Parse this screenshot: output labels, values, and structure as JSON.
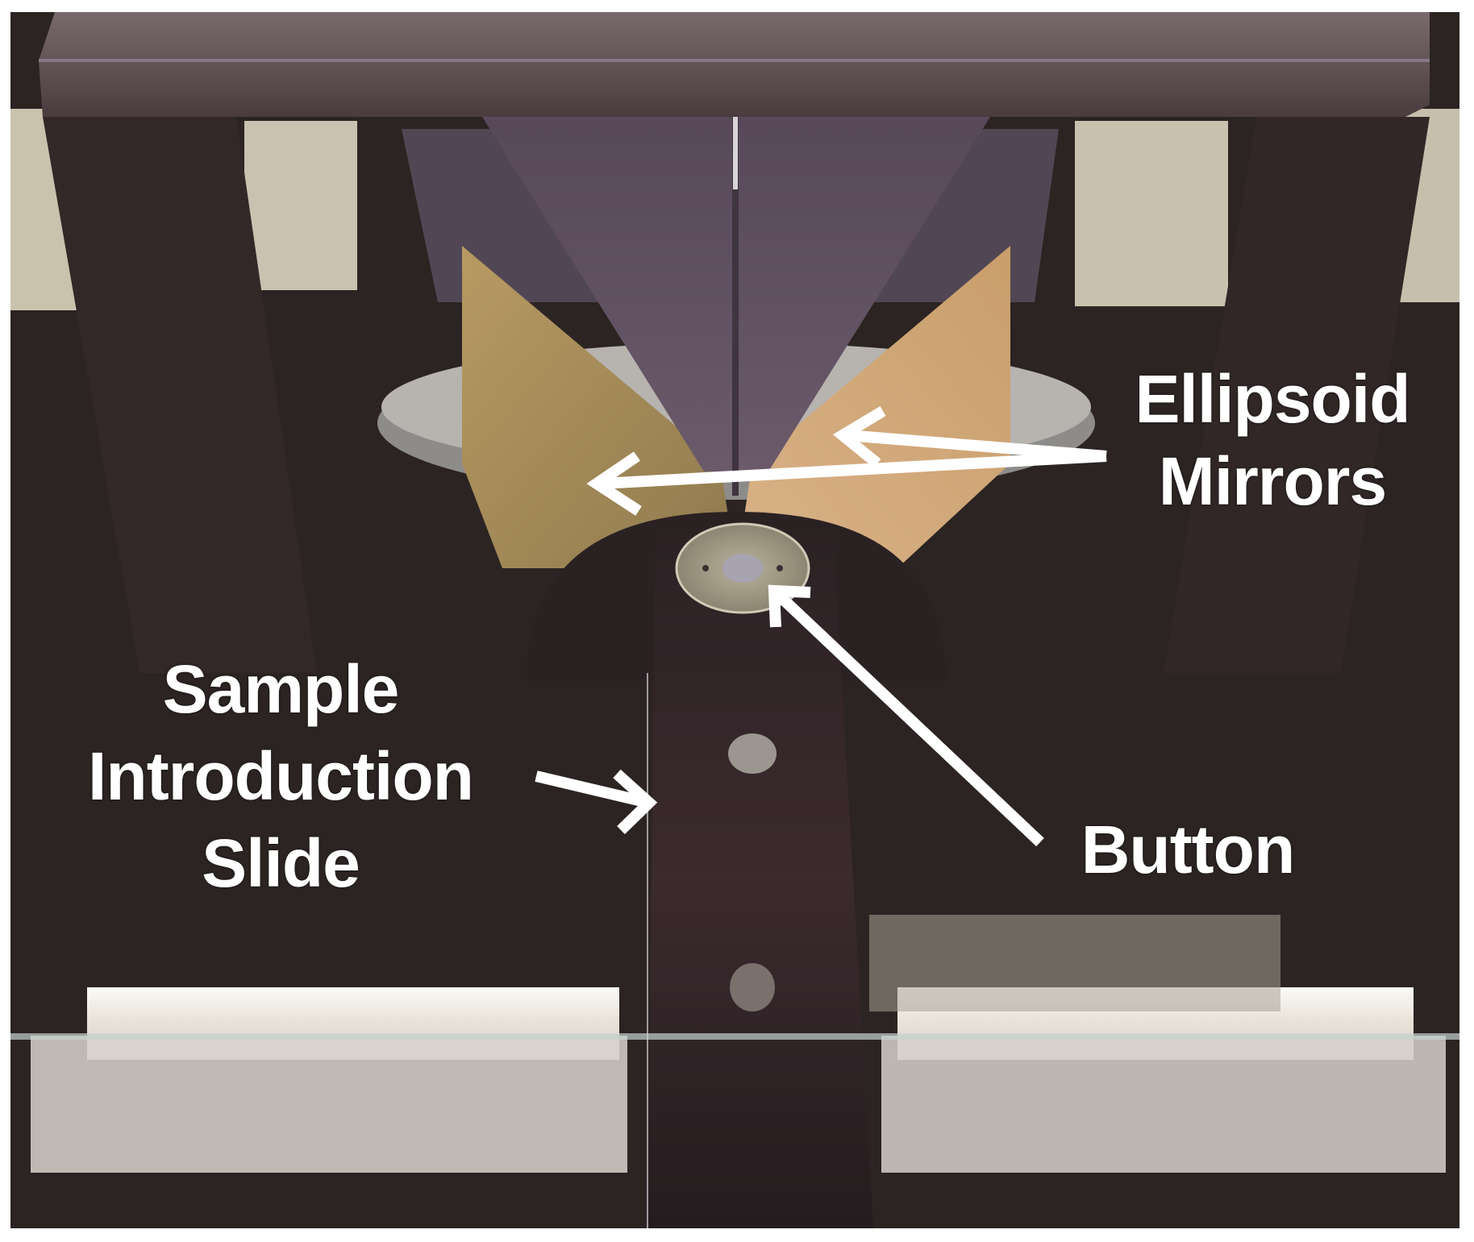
{
  "figure": {
    "description": "Photograph of a sample introduction assembly between ellipsoid mirrors, with annotation labels",
    "labels": {
      "ellipsoid_mirrors": [
        "Ellipsoid",
        "Mirrors"
      ],
      "button": "Button",
      "sample_introduction_slide": [
        "Sample",
        "Introduction",
        "Slide"
      ]
    },
    "annotation_color": "#ffffff",
    "colors": {
      "frame_dark": "#2a2321",
      "top_bar": "#6b5a5e",
      "mirror_gold_left": "#a98f5c",
      "mirror_gold_right": "#c8a273",
      "cone_purple": "#5e5060",
      "wall_beige": "#cfc6b3",
      "foam_white": "#f2efe9",
      "button_disk": "#b5ab8e"
    }
  }
}
